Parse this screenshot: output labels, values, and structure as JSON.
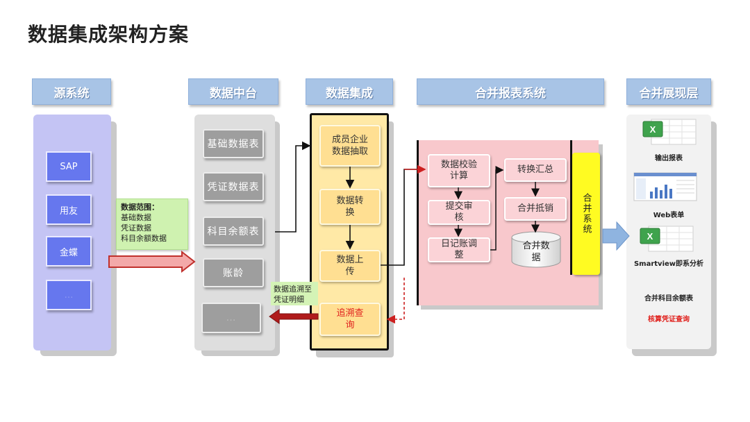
{
  "title": "数据集成架构方案",
  "headers": {
    "source": "源系统",
    "middle": "数据中台",
    "integration": "数据集成",
    "consol": "合并报表系统",
    "display": "合并展现层"
  },
  "source_systems": [
    "SAP",
    "用友",
    "金蝶",
    "…"
  ],
  "middle_items": [
    "基础数据表",
    "凭证数据表",
    "科目余额表",
    "账龄",
    "…"
  ],
  "scope_note": {
    "heading": "数据范围：",
    "lines": [
      "基础数据",
      "凭证数据",
      "科目余额数据"
    ]
  },
  "integration_steps": [
    "成员企业数据抽取",
    "数据转换",
    "数据上传",
    "追溯查询"
  ],
  "trace_note": "数据追溯至凭证明细",
  "consol_left": [
    "数据校验计算",
    "提交审核",
    "日记账调整"
  ],
  "consol_right": [
    "转换汇总",
    "合并抵销"
  ],
  "consol_db": "合并数据",
  "merge_system": "合并系统",
  "outputs": [
    "输出报表",
    "Web表单",
    "Smartview即系分析",
    "合并科目余额表",
    "核算凭证查询"
  ],
  "colors": {
    "header_bg": "#a8c4e6",
    "source_panel": "#c4c4f4",
    "source_box": "#6677ee",
    "integration_bg": "#ffe9a6",
    "consol_bg": "#f8c8cc",
    "merge_bar": "#fffb22",
    "highlight_red": "#e0211d"
  }
}
